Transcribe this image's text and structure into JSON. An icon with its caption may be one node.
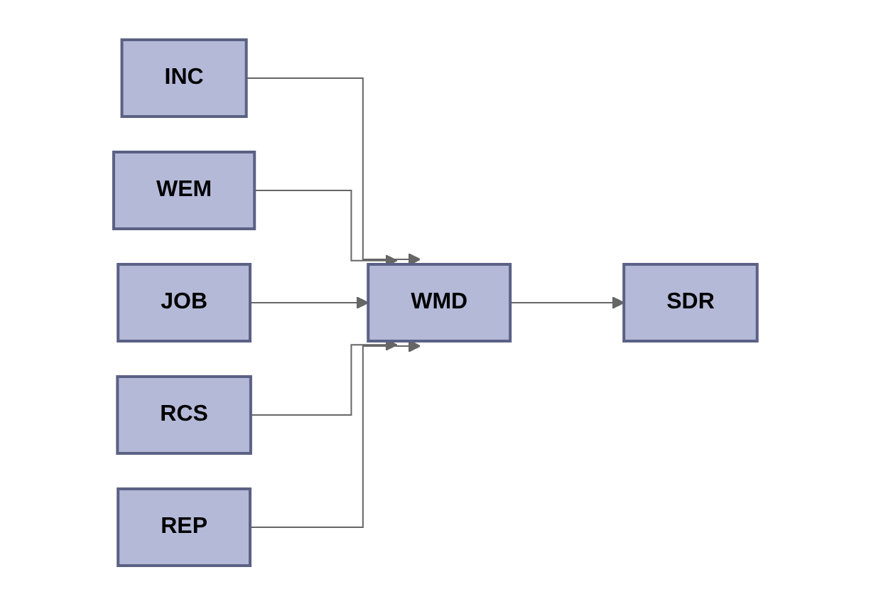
{
  "diagram": {
    "nodes": [
      {
        "text": [
          "INC"
        ]
      },
      {
        "text": [
          "WEM"
        ]
      },
      {
        "text": [
          "JOB"
        ]
      },
      {
        "text": [
          "RCS"
        ]
      },
      {
        "text": [
          "REP"
        ]
      },
      {
        "text": [
          "WMD"
        ]
      },
      {
        "text": [
          "SDR"
        ]
      }
    ],
    "edges": [
      {
        "from": 0,
        "to": 5,
        "arrow": "to"
      },
      {
        "from": 1,
        "to": 5,
        "arrow": "to"
      },
      {
        "from": 2,
        "to": 5,
        "arrow": "to"
      },
      {
        "from": 3,
        "to": 5,
        "arrow": "to"
      },
      {
        "from": 4,
        "to": 5,
        "arrow": "to"
      },
      {
        "from": 5,
        "to": 6,
        "arrow": "to"
      }
    ]
  }
}
